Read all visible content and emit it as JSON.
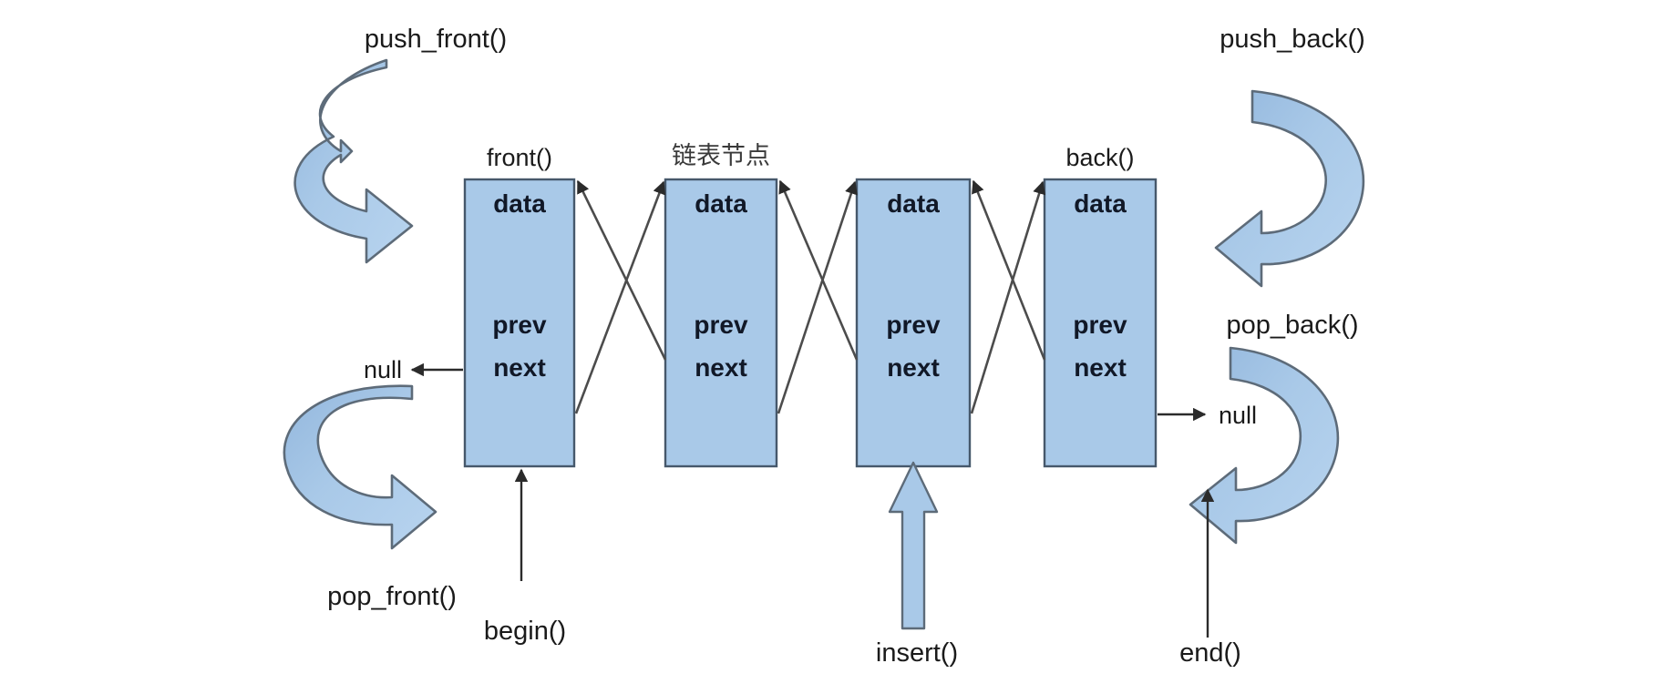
{
  "diagram": {
    "title": "std::list doubly linked list operations diagram",
    "colors": {
      "node_fill": "#a9c9e8",
      "node_stroke": "#46586b",
      "arrow_fill": "#a9c9e8",
      "arrow_stroke": "#5d6b79",
      "link_stroke": "#4c4c4c",
      "background": "#ffffff",
      "text": "#1a1a1a"
    },
    "node_caption_front": "front()",
    "node_caption_middle": "链表节点",
    "node_caption_back": "back()",
    "fields": {
      "data": "data",
      "prev": "prev",
      "next": "next"
    },
    "nodes": [
      {
        "id": "node-1",
        "caption": "front()",
        "data": "data",
        "prev": "prev",
        "next": "next"
      },
      {
        "id": "node-2",
        "caption": "链表节点",
        "data": "data",
        "prev": "prev",
        "next": "next"
      },
      {
        "id": "node-3",
        "caption": "",
        "data": "data",
        "prev": "prev",
        "next": "next"
      },
      {
        "id": "node-4",
        "caption": "back()",
        "data": "data",
        "prev": "prev",
        "next": "next"
      }
    ],
    "null_left": "null",
    "null_right": "null",
    "operations": {
      "push_front": "push_front()",
      "pop_front": "pop_front()",
      "push_back": "push_back()",
      "pop_back": "pop_back()",
      "begin": "begin()",
      "end": "end()",
      "insert": "insert()"
    }
  }
}
